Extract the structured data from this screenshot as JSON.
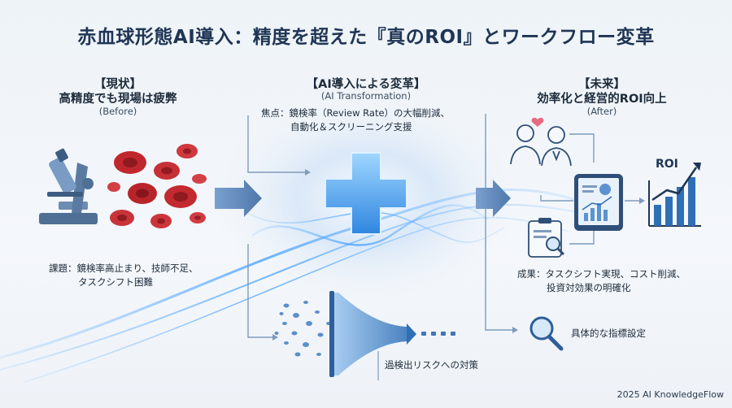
{
  "title": "赤血球形態AI導入：精度を超えた『真のROI』とワークフロー変革",
  "before": {
    "label": "【現状】",
    "heading": "高精度でも現場は疲弊",
    "sub": "(Before)",
    "issue_line1": "課題：鏡検率高止まり、技師不足、",
    "issue_line2": "タスクシフト困難"
  },
  "transform": {
    "label": "【AI導入による変革】",
    "sub": "(AI Transformation)",
    "focus_line1": "焦点：鏡検率（Review Rate）の大幅削減、",
    "focus_line2": "自動化＆スクリーニング支援",
    "risk": "過検出リスクへの対策"
  },
  "after": {
    "label": "【未来】",
    "heading": "効率化と経営的ROI向上",
    "sub": "(After)",
    "result_line1": "成果：タスクシフト実現、コスト削減、",
    "result_line2": "投資対効果の明確化",
    "kpi": "具体的な指標設定",
    "roi_label": "ROI"
  },
  "footer": "2025 AI KnowledgeFlow",
  "colors": {
    "accent": "#2f6fb6",
    "arrow": "#5d86b8",
    "cell": "#c0272d",
    "line": "#7f9bbd"
  },
  "icons": [
    "microscope-icon",
    "red-blood-cell-icon",
    "medical-cross-icon",
    "filter-funnel-icon",
    "doctor-nurse-icon",
    "tablet-dashboard-icon",
    "clipboard-check-icon",
    "roi-growth-chart-icon",
    "magnifier-icon"
  ]
}
